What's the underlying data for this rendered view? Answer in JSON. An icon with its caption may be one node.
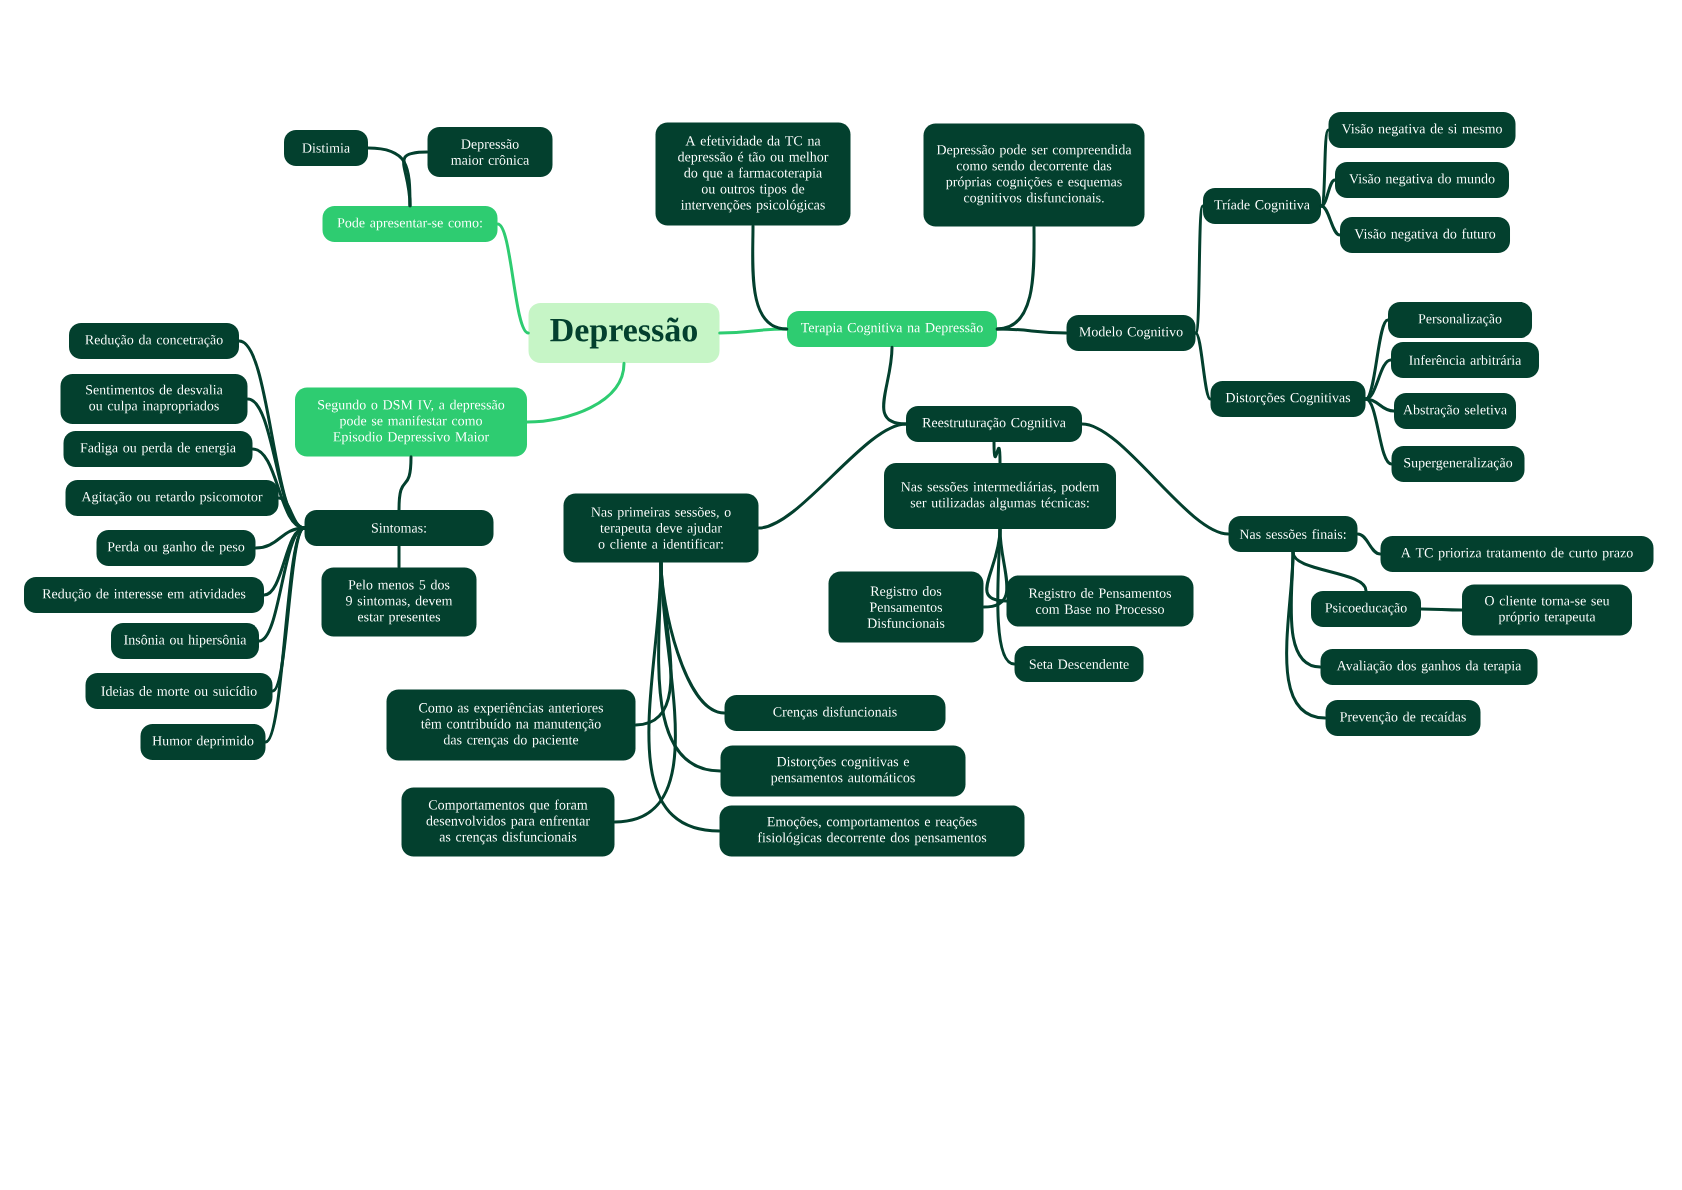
{
  "diagram": {
    "nodes": [
      {
        "text": [
          "Depressão"
        ]
      },
      {
        "text": [
          "Pode apresentar-se como:"
        ]
      },
      {
        "text": [
          "Distimia"
        ]
      },
      {
        "text": [
          "Depressão maior crônica"
        ]
      },
      {
        "text": [
          "Segundo o DSM IV, a depressão pode se manifestar como Episodio Depressivo Maior"
        ]
      },
      {
        "text": [
          "Sintomas:"
        ]
      },
      {
        "text": [
          "Pelo menos 5 dos 9 sintomas, devem estar presentes"
        ]
      },
      {
        "text": [
          "Redução da concetração"
        ]
      },
      {
        "text": [
          "Sentimentos de desvalia ou culpa inapropriados"
        ]
      },
      {
        "text": [
          "Fadiga ou perda de energia"
        ]
      },
      {
        "text": [
          "Agitação ou retardo psicomotor"
        ]
      },
      {
        "text": [
          "Perda ou ganho de peso"
        ]
      },
      {
        "text": [
          "Redução de interesse em atividades"
        ]
      },
      {
        "text": [
          "Insônia ou hipersônia"
        ]
      },
      {
        "text": [
          "Ideias de morte ou suicídio"
        ]
      },
      {
        "text": [
          "Humor deprimido"
        ]
      },
      {
        "text": [
          "Terapia Cognitiva na Depressão"
        ]
      },
      {
        "text": [
          "A efetividade da TC na depressão é tão ou melhor do que a farmacoterapia ou outros tipos de intervenções psicológicas"
        ]
      },
      {
        "text": [
          "Depressão pode ser compreendida como sendo decorrente das próprias cognições e esquemas cognitivos disfuncionais."
        ]
      },
      {
        "text": [
          "Modelo Cognitivo"
        ]
      },
      {
        "text": [
          "Tríade Cognitiva"
        ]
      },
      {
        "text": [
          "Visão negativa de si mesmo"
        ]
      },
      {
        "text": [
          "Visão negativa do mundo"
        ]
      },
      {
        "text": [
          "Visão negativa do futuro"
        ]
      },
      {
        "text": [
          "Distorções Cognitivas"
        ]
      },
      {
        "text": [
          "Personalização"
        ]
      },
      {
        "text": [
          "Inferência arbitrária"
        ]
      },
      {
        "text": [
          "Abstração seletiva"
        ]
      },
      {
        "text": [
          "Supergeneralização"
        ]
      },
      {
        "text": [
          "Reestruturação Cognitiva"
        ]
      },
      {
        "text": [
          "Nas primeiras sessões, o terapeuta deve ajudar o cliente a identificar:"
        ]
      },
      {
        "text": [
          "Como as experiências anteriores têm contribuído na manutenção das crenças do paciente"
        ]
      },
      {
        "text": [
          "Comportamentos que foram desenvolvidos para enfrentar as crenças disfuncionais"
        ]
      },
      {
        "text": [
          "Crenças disfuncionais"
        ]
      },
      {
        "text": [
          "Distorções cognitivas e pensamentos automáticos"
        ]
      },
      {
        "text": [
          "Emoções, comportamentos e reações fisiológicas decorrente dos pensamentos"
        ]
      },
      {
        "text": [
          "Nas sessões intermediárias, podem ser utilizadas algumas técnicas:"
        ]
      },
      {
        "text": [
          "Registro dos Pensamentos Disfuncionais"
        ]
      },
      {
        "text": [
          "Registro de Pensamentos com Base no Processo"
        ]
      },
      {
        "text": [
          "Seta Descendente"
        ]
      },
      {
        "text": [
          "Nas sessões finais:"
        ]
      },
      {
        "text": [
          "A TC prioriza tratamento de curto prazo"
        ]
      },
      {
        "text": [
          "Psicoeducação"
        ]
      },
      {
        "text": [
          "O cliente torna-se seu próprio terapeuta"
        ]
      },
      {
        "text": [
          "Avaliação dos ganhos da terapia"
        ]
      },
      {
        "text": [
          "Prevenção de recaídas"
        ]
      }
    ],
    "edges": [
      {
        "from": 0,
        "to": 1,
        "arrow": "none",
        "color": "#2ecc71"
      },
      {
        "from": 1,
        "to": 2,
        "arrow": "none"
      },
      {
        "from": 1,
        "to": 3,
        "arrow": "none"
      },
      {
        "from": 0,
        "to": 4,
        "arrow": "none",
        "color": "#2ecc71"
      },
      {
        "from": 4,
        "to": 5,
        "arrow": "none"
      },
      {
        "from": 5,
        "to": 6,
        "arrow": "none"
      },
      {
        "from": 5,
        "to": 7,
        "arrow": "none"
      },
      {
        "from": 5,
        "to": 8,
        "arrow": "none"
      },
      {
        "from": 5,
        "to": 9,
        "arrow": "none"
      },
      {
        "from": 5,
        "to": 10,
        "arrow": "none"
      },
      {
        "from": 5,
        "to": 11,
        "arrow": "none"
      },
      {
        "from": 5,
        "to": 12,
        "arrow": "none"
      },
      {
        "from": 5,
        "to": 13,
        "arrow": "none"
      },
      {
        "from": 5,
        "to": 14,
        "arrow": "none"
      },
      {
        "from": 5,
        "to": 15,
        "arrow": "none"
      },
      {
        "from": 0,
        "to": 16,
        "arrow": "none",
        "color": "#2ecc71"
      },
      {
        "from": 16,
        "to": 17,
        "arrow": "none"
      },
      {
        "from": 16,
        "to": 18,
        "arrow": "none"
      },
      {
        "from": 16,
        "to": 19,
        "arrow": "none"
      },
      {
        "from": 19,
        "to": 20,
        "arrow": "none"
      },
      {
        "from": 20,
        "to": 21,
        "arrow": "none"
      },
      {
        "from": 20,
        "to": 22,
        "arrow": "none"
      },
      {
        "from": 20,
        "to": 23,
        "arrow": "none"
      },
      {
        "from": 19,
        "to": 24,
        "arrow": "none"
      },
      {
        "from": 24,
        "to": 25,
        "arrow": "none"
      },
      {
        "from": 24,
        "to": 26,
        "arrow": "none"
      },
      {
        "from": 24,
        "to": 27,
        "arrow": "none"
      },
      {
        "from": 24,
        "to": 28,
        "arrow": "none"
      },
      {
        "from": 16,
        "to": 29,
        "arrow": "none"
      },
      {
        "from": 29,
        "to": 30,
        "arrow": "none"
      },
      {
        "from": 30,
        "to": 31,
        "arrow": "none"
      },
      {
        "from": 30,
        "to": 32,
        "arrow": "none"
      },
      {
        "from": 30,
        "to": 33,
        "arrow": "none"
      },
      {
        "from": 30,
        "to": 34,
        "arrow": "none"
      },
      {
        "from": 30,
        "to": 35,
        "arrow": "none"
      },
      {
        "from": 29,
        "to": 36,
        "arrow": "none"
      },
      {
        "from": 36,
        "to": 37,
        "arrow": "none"
      },
      {
        "from": 36,
        "to": 38,
        "arrow": "none"
      },
      {
        "from": 36,
        "to": 39,
        "arrow": "none"
      },
      {
        "from": 29,
        "to": 40,
        "arrow": "none"
      },
      {
        "from": 40,
        "to": 41,
        "arrow": "none"
      },
      {
        "from": 40,
        "to": 42,
        "arrow": "none"
      },
      {
        "from": 42,
        "to": 43,
        "arrow": "none"
      },
      {
        "from": 40,
        "to": 44,
        "arrow": "none"
      },
      {
        "from": 40,
        "to": 45,
        "arrow": "none"
      }
    ]
  }
}
